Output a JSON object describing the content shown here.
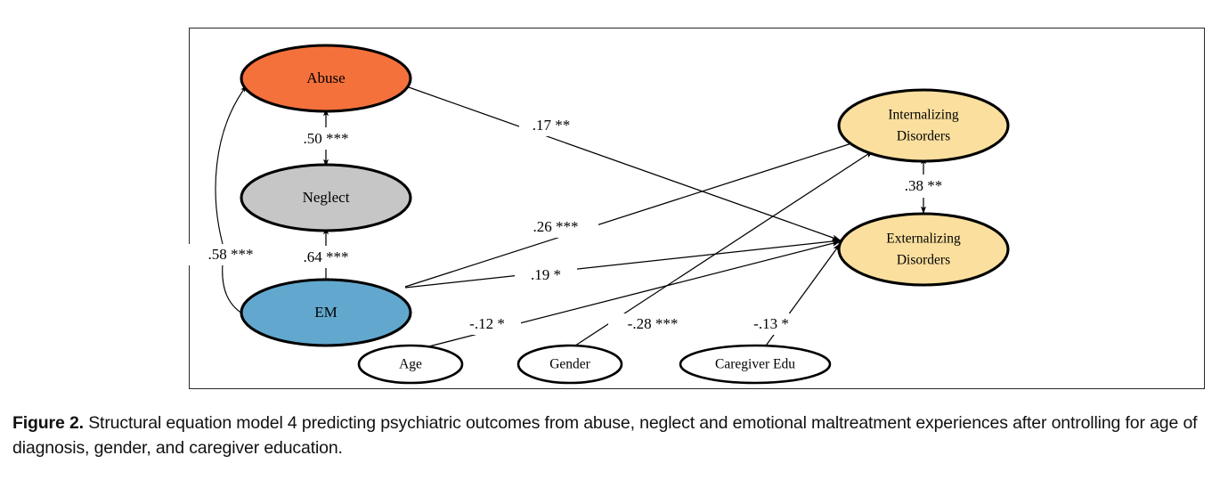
{
  "figure": {
    "caption_lead": "Figure 2.",
    "caption_text": "Structural equation model 4 predicting psychiatric outcomes from abuse, neglect and emotional maltreatment experiences after ontrolling for age of diagnosis, gender, and caregiver education."
  },
  "colors": {
    "abuse": "#F4713C",
    "neglect": "#C6C6C6",
    "em": "#62A8CE",
    "outcome": "#FADF9E",
    "covariate": "#FFFFFF",
    "stroke": "#000000",
    "frame": "#2A2A2A"
  },
  "nodes": {
    "abuse": {
      "label": "Abuse"
    },
    "neglect": {
      "label": "Neglect"
    },
    "em": {
      "label": "EM"
    },
    "internalizing": {
      "label_line1": "Internalizing",
      "label_line2": "Disorders"
    },
    "externalizing": {
      "label_line1": "Externalizing",
      "label_line2": "Disorders"
    },
    "age": {
      "label": "Age"
    },
    "gender": {
      "label": "Gender"
    },
    "caregiver_edu": {
      "label": "Caregiver Edu"
    }
  },
  "paths": {
    "abuse_neglect": {
      "label": ".50 ***",
      "coefficient": 0.5,
      "significance": "***",
      "type": "covariance"
    },
    "neglect_em": {
      "label": ".64 ***",
      "coefficient": 0.64,
      "significance": "***",
      "type": "covariance"
    },
    "abuse_em": {
      "label": ".58 ***",
      "coefficient": 0.58,
      "significance": "***",
      "type": "covariance"
    },
    "abuse_externalizing": {
      "label": ".17 **",
      "coefficient": 0.17,
      "significance": "**",
      "type": "regression"
    },
    "em_internalizing": {
      "label": ".26 ***",
      "coefficient": 0.26,
      "significance": "***",
      "type": "regression"
    },
    "em_externalizing": {
      "label": ".19 *",
      "coefficient": 0.19,
      "significance": "*",
      "type": "regression"
    },
    "age_externalizing": {
      "label": "-.12 *",
      "coefficient": -0.12,
      "significance": "*",
      "type": "regression"
    },
    "gender_internalizing": {
      "label": "-.28 ***",
      "coefficient": -0.28,
      "significance": "***",
      "type": "regression"
    },
    "caregiver_externalizing": {
      "label": "-.13 *",
      "coefficient": -0.13,
      "significance": "*",
      "type": "regression"
    },
    "internalizing_externalizing": {
      "label": ".38 **",
      "coefficient": 0.38,
      "significance": "**",
      "type": "covariance"
    }
  }
}
